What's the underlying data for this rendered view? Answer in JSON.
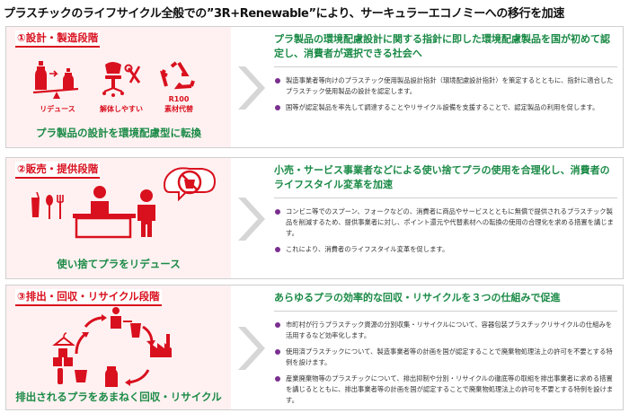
{
  "title": "プラスチックのライフサイクル全般での”3R+Renewable”により、サーキュラーエコノミーへの移行を加速",
  "sections": [
    {
      "label": "①設計・製造段階",
      "icons": [
        {
          "icon": "bottle-scale-icon",
          "label": "リデュース"
        },
        {
          "icon": "chair-tools-icon",
          "label": "解体しやすい"
        },
        {
          "icon": "recycle-icon",
          "label": "素材代替",
          "badge": "R100"
        }
      ],
      "caption": "プラ製品の設計を環境配慮型に転換",
      "headline": "プラ製品の環境配慮設計に関する指針に即した環境配慮製品を国が初めて認定し、消費者が選択できる社会へ",
      "bullets": [
        "製造事業者等向けのプラスチック使用製品設計指針（環境配慮設計指針）を策定するとともに、指針に適合したプラスチック使用製品の設計を認定します。",
        "国等が認定製品を率先して調達することやリサイクル設備を支援することで、認定製品の利用を促します。"
      ]
    },
    {
      "label": "②販売・提供段階",
      "icons": [
        {
          "icon": "cutlery-icon"
        },
        {
          "icon": "shop-counter-icon"
        },
        {
          "icon": "no-plastic-bag-icon"
        }
      ],
      "caption": "使い捨てプラをリデュース",
      "headline": "小売・サービス事業者などによる使い捨てプラの使用を合理化し、消費者のライフスタイル変革を加速",
      "bullets": [
        "コンビニ等でのスプーン、フォークなどの、消費者に商品やサービスとともに無償で提供されるプラスチック製品を削減するため、提供事業者に対し、ポイント還元や代替素材への転換の使用の合理化を求める措置を講じます。",
        "これにより、消費者のライフスタイル変革を促します。"
      ]
    },
    {
      "label": "③排出・回収・リサイクル段階",
      "icons": [
        {
          "icon": "recycle-cycle-icon"
        }
      ],
      "caption": "排出されるプラをあまねく回収・リサイクル",
      "headline": "あらゆるプラの効率的な回収・リサイクルを３つの仕組みで促進",
      "bullets": [
        "市町村が行うプラスチック資源の分別収集・リサイクルについて、容器包装プラスチックリサイクルの仕組みを活用するなど効率化します。",
        "使用済プラスチックについて、製造事業者等の計画を国が認定することで廃棄物処理法上の許可を不要とする特例を設けます。",
        "産業廃棄物等のプラスチックについて、排出抑制や分別・リサイクルの徹底等の取組を排出事業者に求める措置を講じるとともに、排出事業者等の計画を国が認定することで廃棄物処理法上の許可を不要とする特例を設けます。"
      ]
    }
  ],
  "colors": {
    "accent_red": "#d9101e",
    "accent_green": "#1a8a46",
    "bullet_purple": "#7a2f8f",
    "left_bg": "#fff1f1",
    "arrow_gray": "#d6d6d6"
  }
}
